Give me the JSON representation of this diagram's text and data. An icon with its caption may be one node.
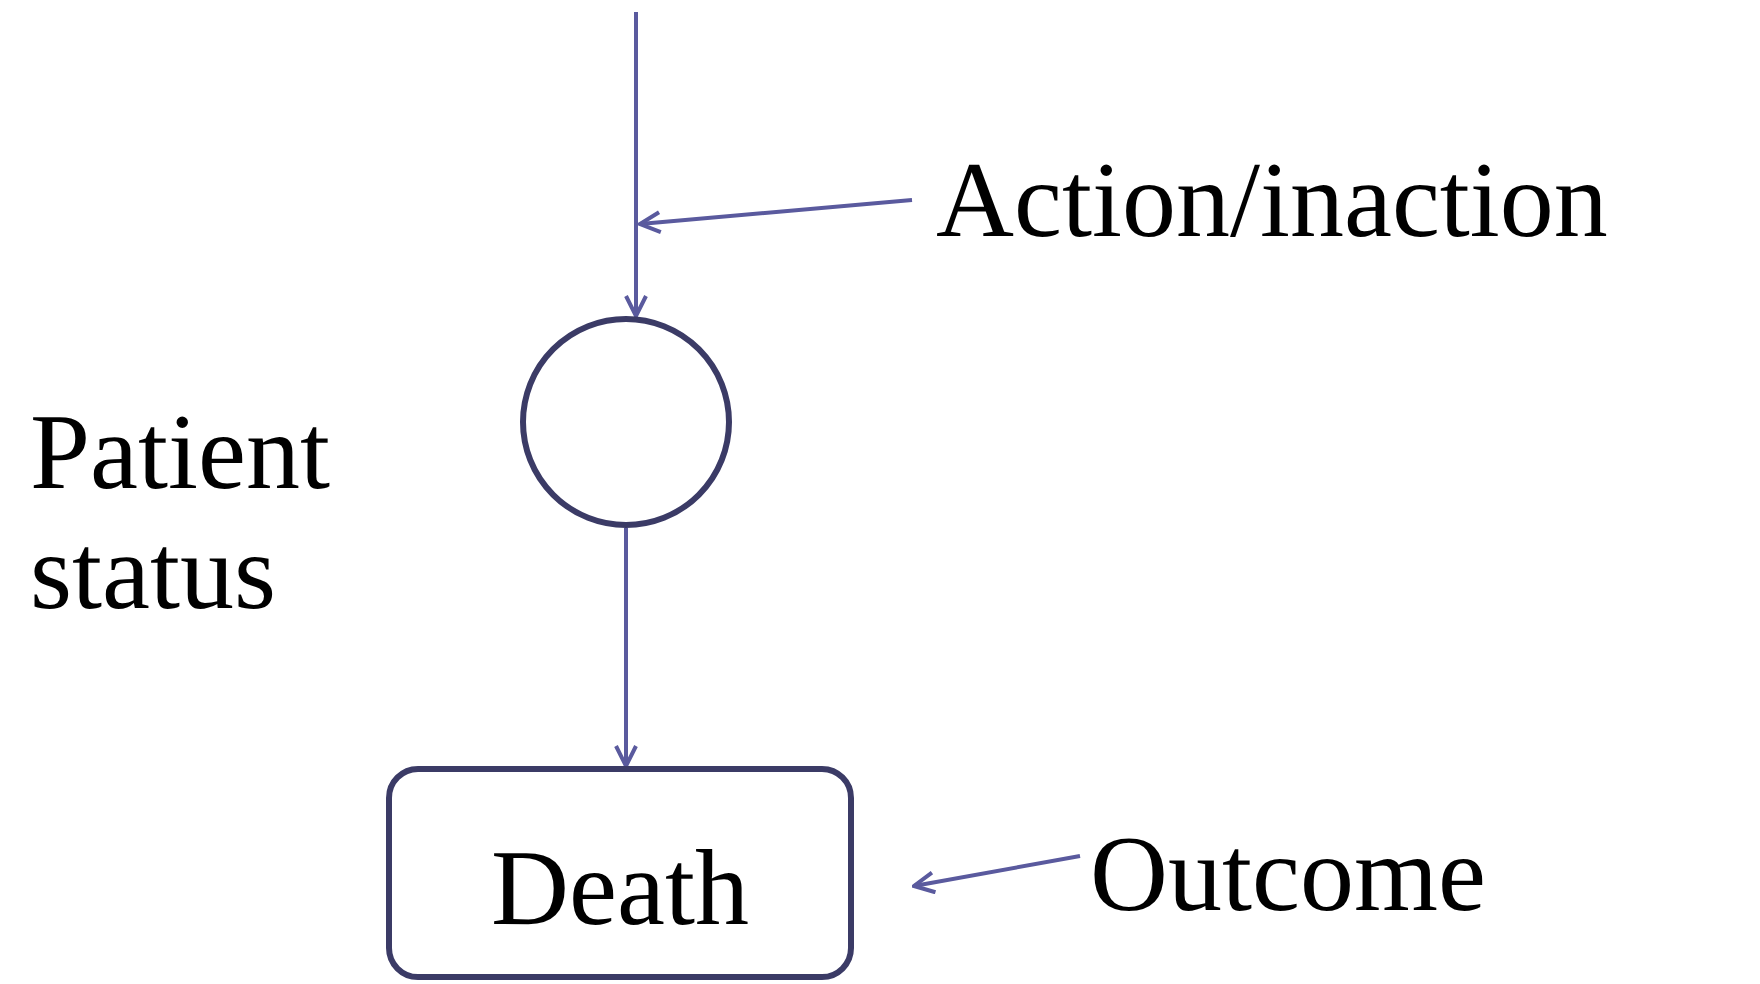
{
  "diagram": {
    "nodes": [
      {
        "text": [
          "Action/inaction"
        ]
      },
      {
        "text": [],
        "shape": "circle",
        "beside": [
          "Patient status"
        ]
      },
      {
        "text": [
          "Death"
        ]
      },
      {
        "text": [
          "Outcome"
        ]
      }
    ],
    "edges": [
      {
        "from": null,
        "to": 1,
        "arrow": "to"
      },
      {
        "from": 0,
        "to": null,
        "arrow": "to"
      },
      {
        "from": 1,
        "to": 2,
        "arrow": "to"
      },
      {
        "from": 3,
        "to": 2,
        "arrow": "to"
      }
    ]
  }
}
